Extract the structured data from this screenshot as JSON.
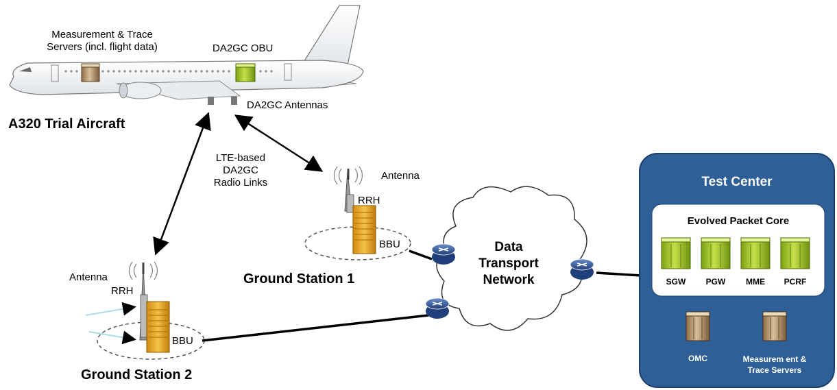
{
  "aircraft": {
    "name": "A320 Trial Aircraft",
    "servers_label_1": "Measurement & Trace",
    "servers_label_2": "Servers (incl. flight data)",
    "obu_label": "DA2GC OBU",
    "antennas_label": "DA2GC Antennas"
  },
  "radio_links": {
    "line1": "LTE-based",
    "line2": "DA2GC",
    "line3": "Radio Links"
  },
  "ground_station_1": {
    "name": "Ground Station 1",
    "antenna": "Antenna",
    "rrh": "RRH",
    "bbu": "BBU"
  },
  "ground_station_2": {
    "name": "Ground Station 2",
    "antenna": "Antenna",
    "rrh": "RRH",
    "bbu": "BBU"
  },
  "network": {
    "line1": "Data",
    "line2": "Transport",
    "line3": "Network"
  },
  "test_center": {
    "title": "Test Center",
    "epc_title": "Evolved Packet Core",
    "epc_nodes": [
      "SGW",
      "PGW",
      "MME",
      "PCRF"
    ],
    "omc": "OMC",
    "servers_1": "Measurem ent &",
    "servers_2": "Trace Servers",
    "colors": {
      "panel": "#2e5f96",
      "node_green": "#9bc31a",
      "server_tan": "#b89a6e"
    }
  }
}
